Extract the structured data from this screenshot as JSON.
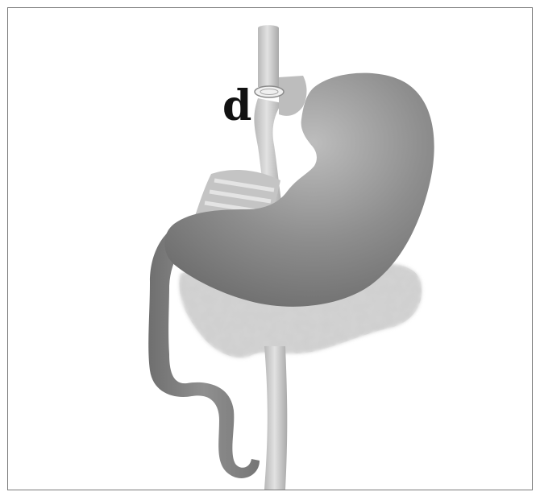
{
  "figure": {
    "label": "d",
    "colors": {
      "border": "#7a7a7a",
      "stomach": "#7d7d7d",
      "stomach_highlight": "#b9b9b9",
      "tube": "#c9c9c9",
      "tube_shadow": "#a0a0a0",
      "omentum": "#cfcfcf",
      "ring": "#efefef",
      "label": "#111111"
    },
    "icons": [
      "stomach-shape",
      "esophagus-tube",
      "adjustable-band-ring",
      "omentum-fat",
      "small-bowel-loop"
    ]
  }
}
